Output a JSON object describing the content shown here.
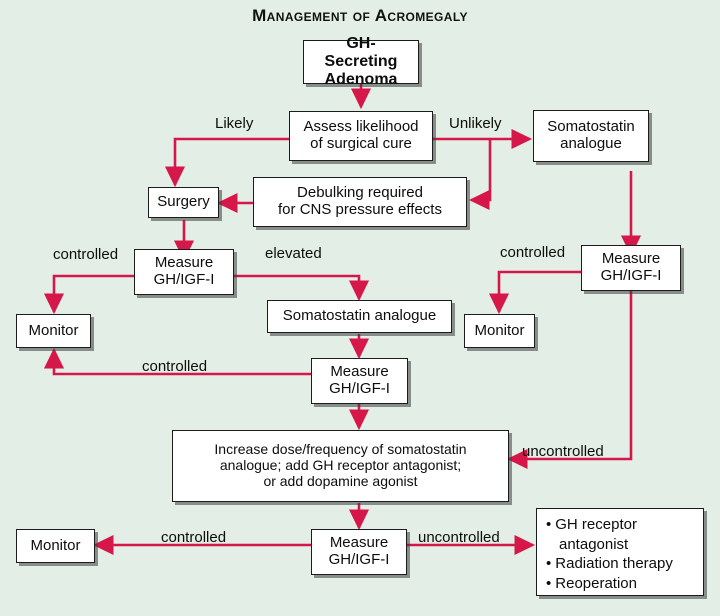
{
  "title": "Management of Acromegaly",
  "colors": {
    "background": "#e3efe6",
    "arrow": "#d6174a",
    "box_fill": "#ffffff",
    "box_border": "#1c1c1c",
    "text": "#0d0d0d"
  },
  "nodes": {
    "adenoma": "GH-Secreting\nAdenoma",
    "adenoma_line1": "GH-Secreting",
    "adenoma_line2": "Adenoma",
    "assess_line1": "Assess likelihood",
    "assess_line2": "of surgical cure",
    "somatostatin_right_line1": "Somatostatin",
    "somatostatin_right_line2": "analogue",
    "surgery": "Surgery",
    "debulking_line1": "Debulking required",
    "debulking_line2": "for CNS pressure effects",
    "measure_left_line1": "Measure",
    "measure_left_line2": "GH/IGF-I",
    "measure_right_line1": "Measure",
    "measure_right_line2": "GH/IGF-I",
    "measure_mid_line1": "Measure",
    "measure_mid_line2": "GH/IGF-I",
    "measure_bottom_line1": "Measure",
    "measure_bottom_line2": "GH/IGF-I",
    "monitor_left": "Monitor",
    "monitor_right": "Monitor",
    "monitor_bottom": "Monitor",
    "somatostatin_mid": "Somatostatin analogue",
    "increase_line1": "Increase dose/frequency of somatostatin",
    "increase_line2": "analogue; add GH receptor antagonist;",
    "increase_line3": "or add dopamine agonist",
    "options_bullet1_line1": "GH receptor",
    "options_bullet1_line2": "antagonist",
    "options_bullet2": "Radiation therapy",
    "options_bullet3": "Reoperation",
    "bullet_glyph": "•"
  },
  "edge_labels": {
    "likely": "Likely",
    "unlikely": "Unlikely",
    "controlled_left": "controlled",
    "elevated": "elevated",
    "controlled_right": "controlled",
    "controlled_mid": "controlled",
    "uncontrolled_mid": "uncontrolled",
    "controlled_bottom": "controlled",
    "uncontrolled_bottom": "uncontrolled"
  }
}
